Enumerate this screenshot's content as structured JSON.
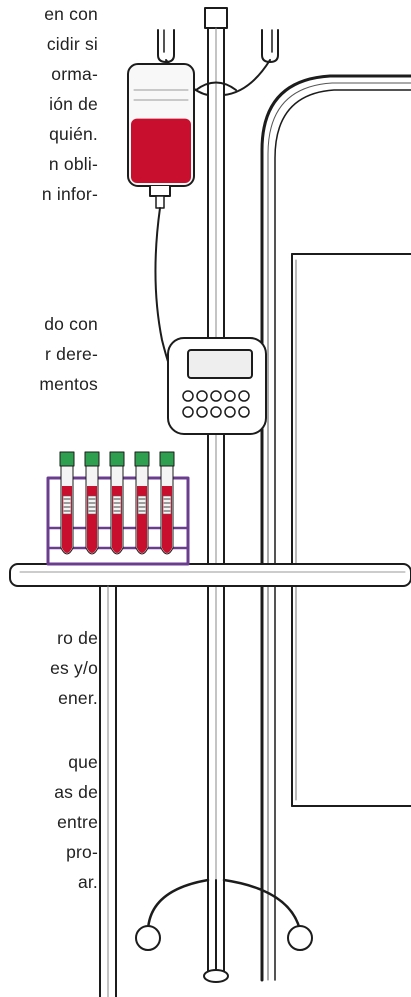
{
  "colors": {
    "ink": "#1c1c1c",
    "blood": "#c8102e",
    "cap_green": "#2e9e4f",
    "rack_purple": "#6a3d8f",
    "label_white": "#f4f4f4"
  },
  "text_blocks": [
    {
      "lines": [
        "en con",
        "cidir si",
        "orma-",
        "ión de",
        "quién.",
        "n obli-",
        "n infor-"
      ]
    },
    {
      "lines": [
        "do con",
        "r dere-",
        "mentos"
      ]
    },
    {
      "lines": [
        "ro de",
        "es y/o",
        "ener."
      ]
    },
    {
      "lines": [
        "que",
        "as de",
        "entre",
        "pro-",
        "ar."
      ]
    }
  ],
  "illustration": {
    "iv_bag": {
      "fill_fraction": 0.55
    },
    "tube_rack": {
      "tube_count": 5
    }
  }
}
